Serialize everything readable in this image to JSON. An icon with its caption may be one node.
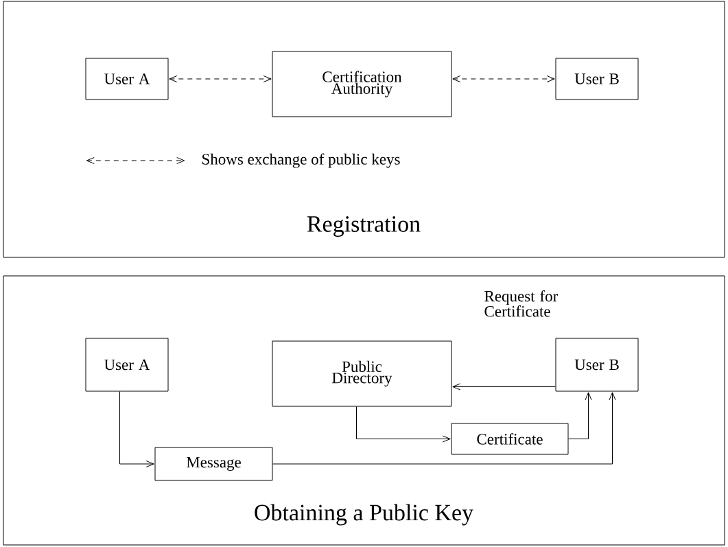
{
  "diagram": {
    "nodes": [
      {
        "text": [
          "Registration"
        ]
      },
      {
        "text": [
          "User A"
        ],
        "in": 0
      },
      {
        "text": [
          "Certification Authority"
        ],
        "in": 0
      },
      {
        "text": [
          "User B"
        ],
        "in": 0
      },
      {
        "text": [
          "Obtaining a Public Key"
        ]
      },
      {
        "text": [
          "User A"
        ],
        "in": 4
      },
      {
        "text": [
          "Public Directory"
        ],
        "in": 4
      },
      {
        "text": [
          "User B"
        ],
        "in": 4
      },
      {
        "text": [
          "Certificate"
        ],
        "in": 4
      },
      {
        "text": [
          "Message"
        ],
        "in": 4
      }
    ],
    "edges": [
      {
        "from": 1,
        "to": 2,
        "arrow": "both",
        "style": "dashed"
      },
      {
        "from": 2,
        "to": 3,
        "arrow": "both",
        "style": "dashed"
      },
      {
        "from": 7,
        "to": 6,
        "arrow": "to",
        "label": "Request for Certificate"
      },
      {
        "from": 6,
        "to": 8,
        "arrow": "to"
      },
      {
        "from": 8,
        "to": 7,
        "arrow": "to"
      },
      {
        "from": 5,
        "to": 9,
        "arrow": "to"
      },
      {
        "from": 9,
        "to": 7,
        "arrow": "to"
      }
    ],
    "legend": [
      {
        "text": "Shows exchange of public keys"
      }
    ]
  }
}
